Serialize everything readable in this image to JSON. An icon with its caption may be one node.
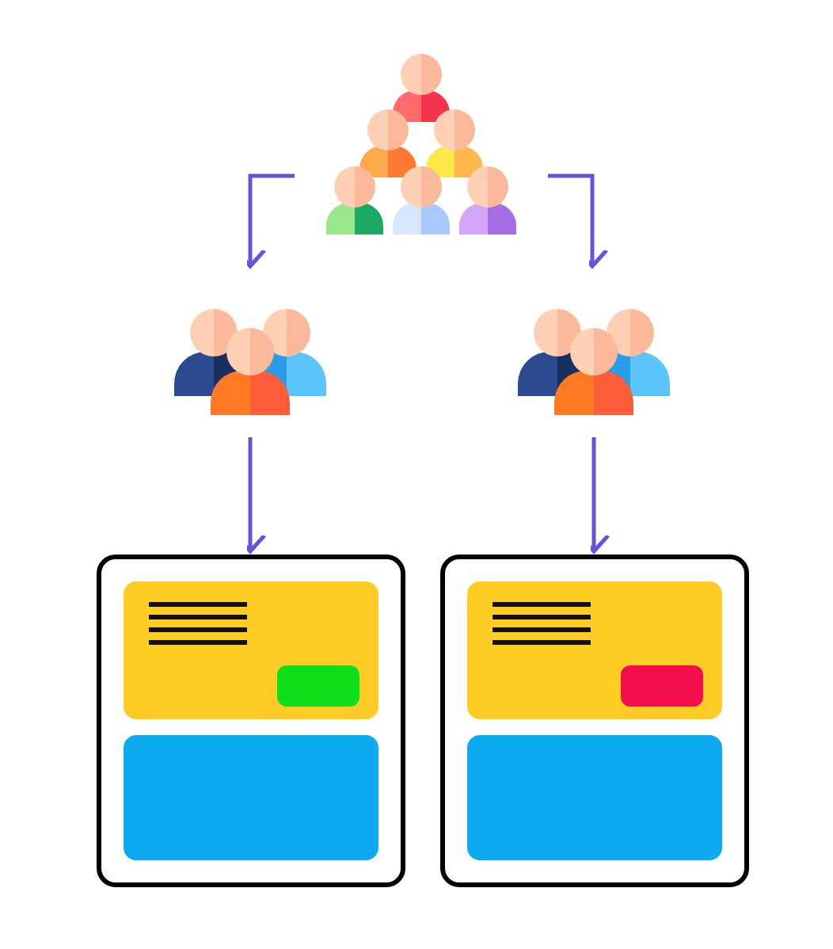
{
  "diagram": {
    "nodes": [
      {
        "text": [],
        "shape": "person"
      },
      {
        "text": [],
        "shape": "person"
      },
      {
        "text": [],
        "shape": "person"
      },
      {
        "text": [],
        "shape": "box"
      },
      {
        "text": [],
        "shape": "box"
      }
    ],
    "edges": [
      {
        "from": 0,
        "to": 1,
        "arrow": "to"
      },
      {
        "from": 0,
        "to": 2,
        "arrow": "to"
      },
      {
        "from": 1,
        "to": 3,
        "arrow": "to"
      },
      {
        "from": 2,
        "to": 4,
        "arrow": "to"
      }
    ]
  }
}
